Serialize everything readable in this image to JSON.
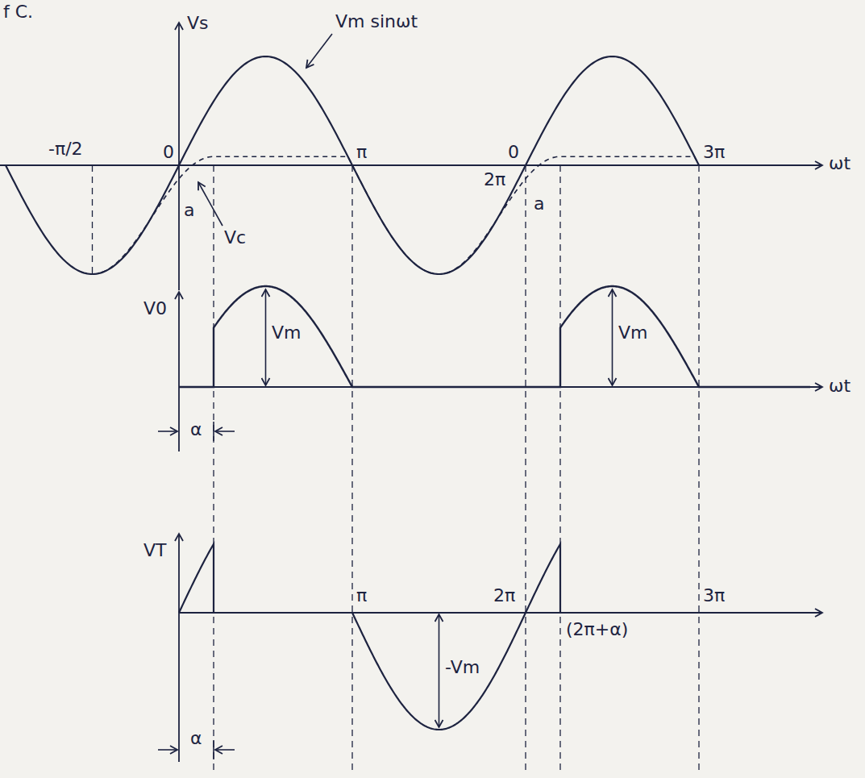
{
  "diagram": {
    "labels": [
      "f C.",
      "Vs",
      "Vm sinωt",
      "ωt",
      "-π/2",
      "0",
      "π",
      "0",
      "2π",
      "3π",
      "a",
      "Vc",
      "a",
      "V0",
      "Vm",
      "ωt",
      "α",
      "Vm",
      "VT",
      "π",
      "2π",
      "3π",
      "-Vm",
      "(2π+α)",
      "α"
    ]
  }
}
